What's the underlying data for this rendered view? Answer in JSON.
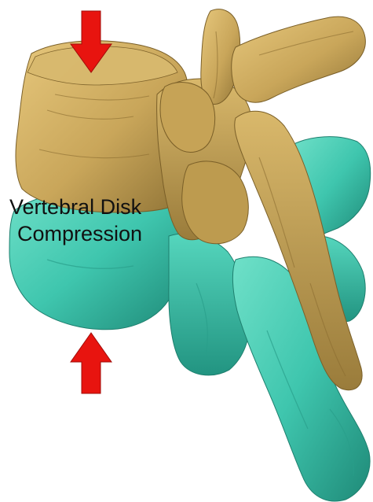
{
  "annotation": {
    "line1": "Vertebral Disk",
    "line2": "Compression"
  },
  "colors": {
    "upper_vertebra": "#c9a65a",
    "lower_vertebra": "#3fc6ae",
    "arrow": "#e8140f",
    "text": "#111111",
    "background": "#ffffff"
  },
  "arrows": [
    {
      "name": "top-arrow",
      "direction": "down"
    },
    {
      "name": "bottom-arrow",
      "direction": "up"
    }
  ]
}
